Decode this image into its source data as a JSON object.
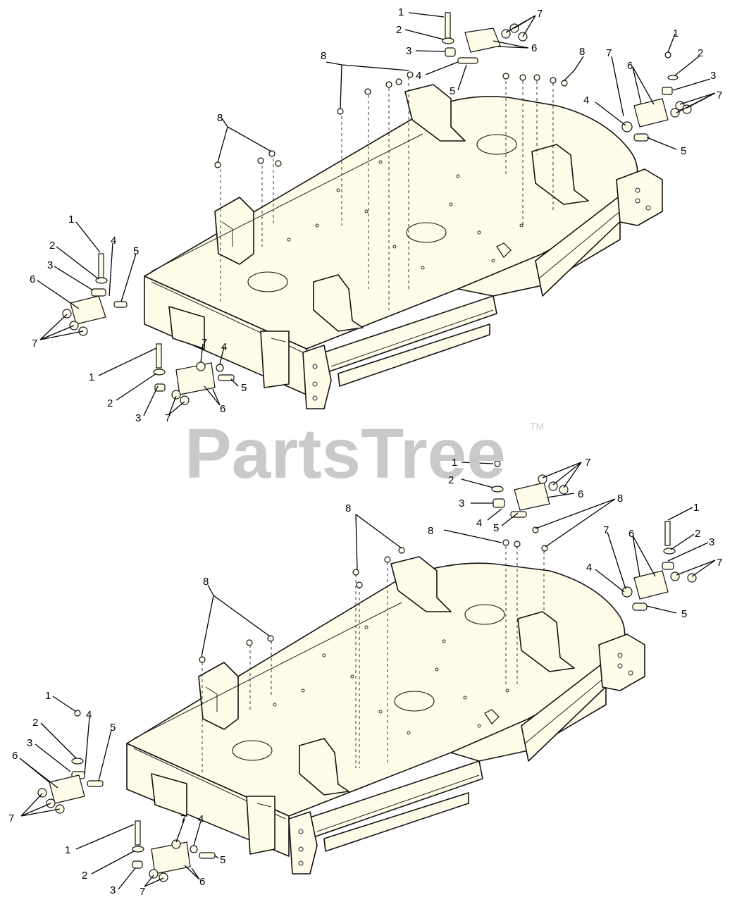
{
  "watermark": {
    "text": "PartsTree",
    "trademark": "TM"
  },
  "callouts": {
    "c1": "1",
    "c2": "2",
    "c3": "3",
    "c4": "4",
    "c5": "5",
    "c6": "6",
    "c7": "7",
    "c8": "8"
  }
}
